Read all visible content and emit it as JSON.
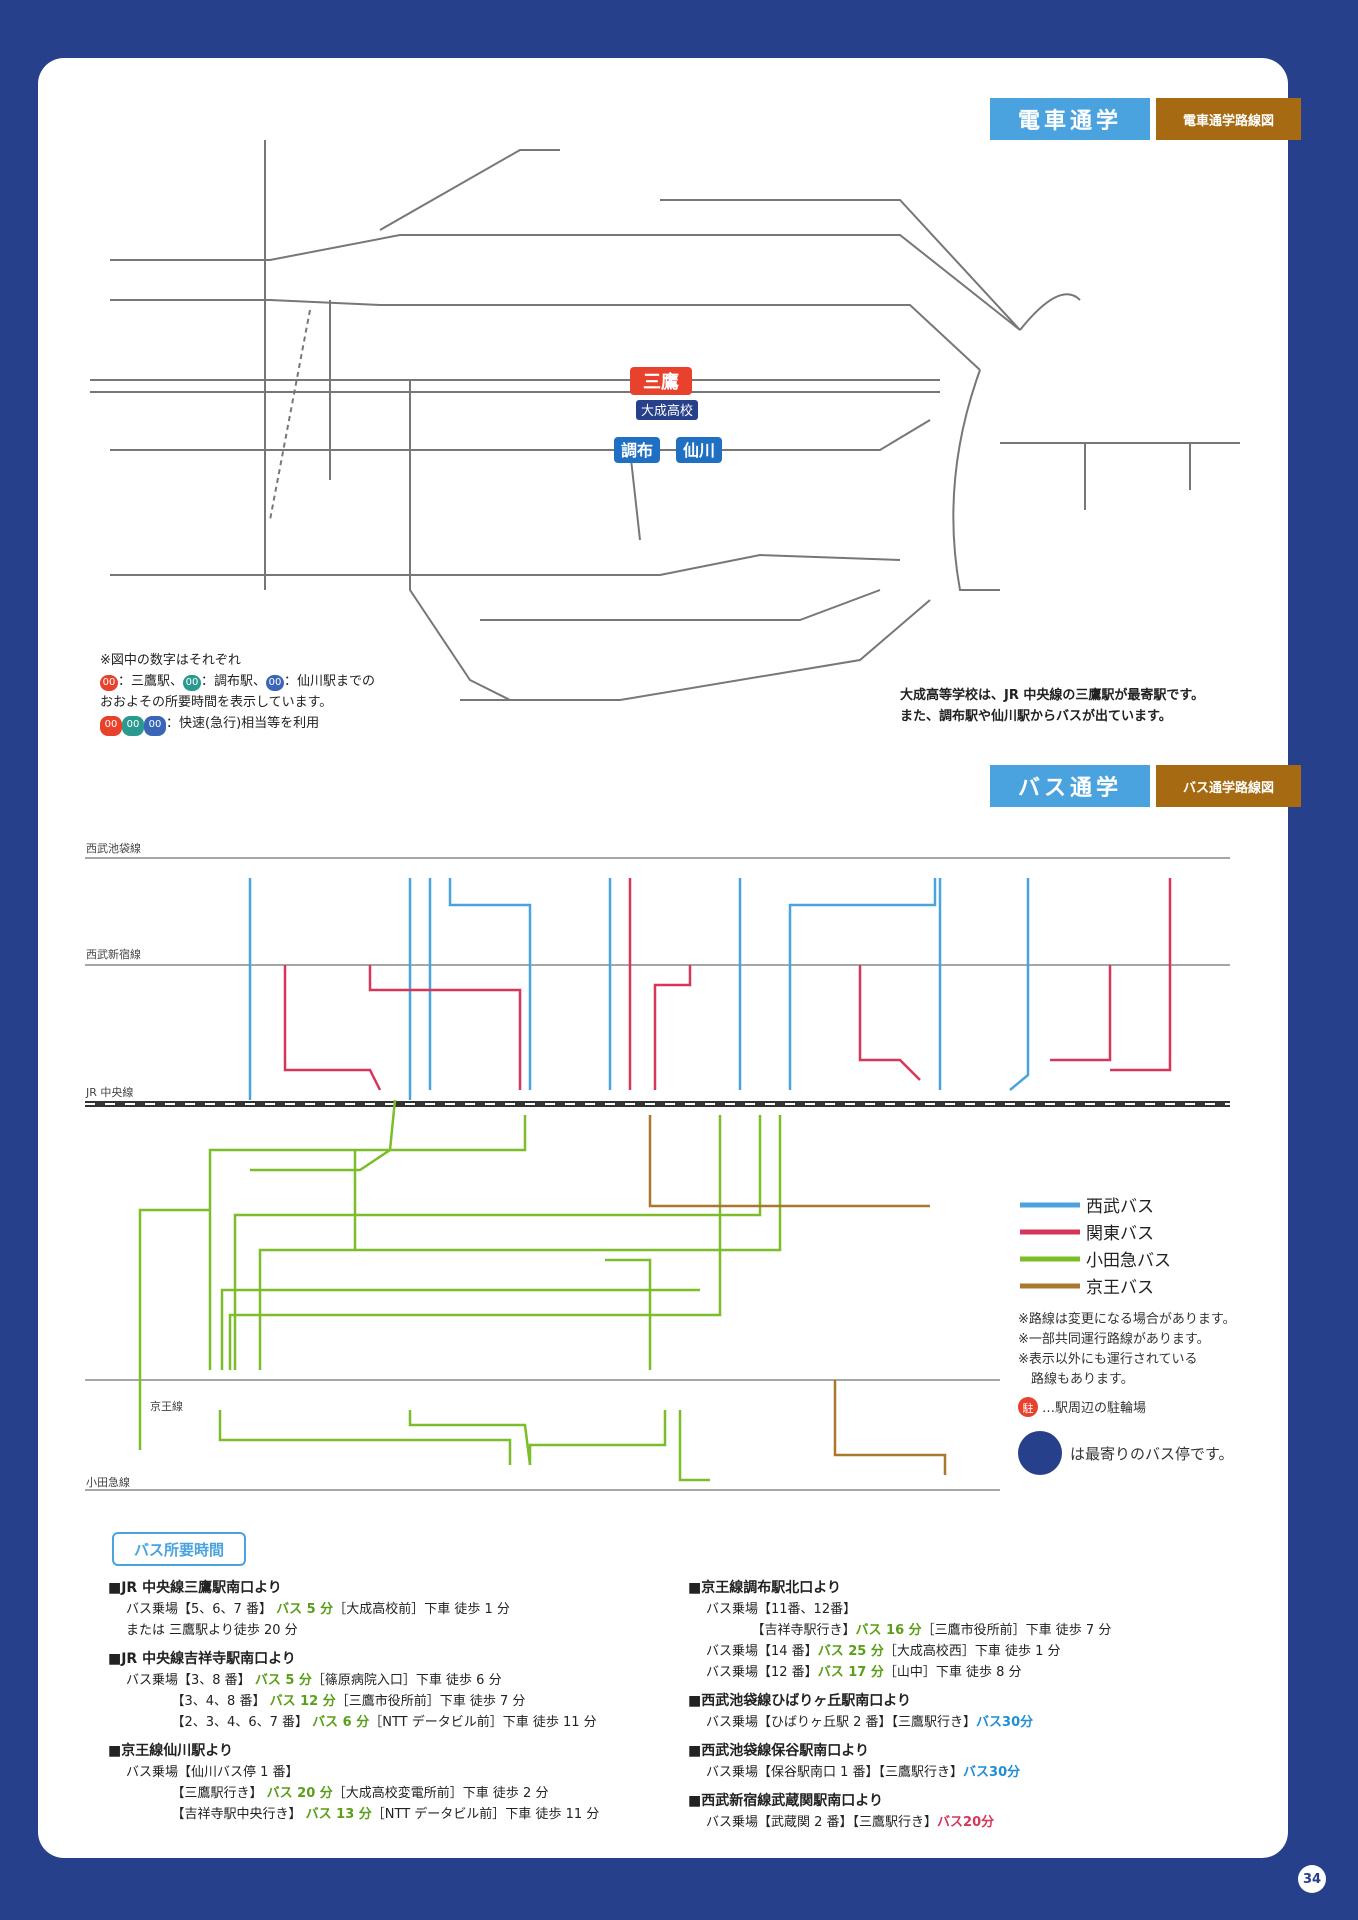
{
  "colors": {
    "page_bg": "#27408b",
    "seibu": "#4aa3df",
    "kanto": "#d6365a",
    "odakyu": "#7cbd2a",
    "keio": "#a8792c"
  },
  "train": {
    "header_main": "電車通学",
    "header_sub": "電車通学路線図",
    "note1": "※図中の数字はそれぞれ",
    "note2": "：三鷹駅、",
    "note2b": "：調布駅、",
    "note2c": "：仙川駅までの",
    "note3": "おおよその所要時間を表示しています。",
    "note4": "：快速(急行)相当等を利用",
    "note_sample": [
      "00",
      "00",
      "00"
    ],
    "school_note1": "大成高等学校は、JR 中央線の三鷹駅が最寄駅です。",
    "school_note2": "また、調布駅や仙川駅からバスが出ています。",
    "hubs": {
      "mitaka": "三鷹",
      "chofu": "調布",
      "sengawa": "仙川",
      "school": "大成高校"
    }
  },
  "bus": {
    "header_main": "バス通学",
    "header_sub": "バス通学路線図",
    "legend": [
      "西武バス",
      "関東バス",
      "小田急バス",
      "京王バス"
    ],
    "notes": [
      "※路線は変更になる場合があります。",
      "※一部共同運行路線があります。",
      "※表示以外にも運行されている",
      "　路線もあります。"
    ],
    "parking_note": "…駅周辺の駐輪場",
    "stop_note": "は最寄りのバス停です。",
    "parking": "駐"
  },
  "times": {
    "title": "バス所要時間",
    "left": [
      {
        "h": "■JR 中央線三鷹駅南口より",
        "lines": [
          [
            "バス乗場【5、6、7 番】 ",
            "バス 5 分",
            "［大成高校前］下車 徒歩 1 分"
          ],
          [
            "または 三鷹駅より徒歩 20 分",
            "",
            ""
          ]
        ]
      },
      {
        "h": "■JR 中央線吉祥寺駅南口より",
        "lines": [
          [
            "バス乗場【3、8 番】 ",
            "バス 5 分",
            "［篠原病院入口］下車 徒歩 6 分"
          ],
          [
            "　　　　【3、4、8 番】 ",
            "バス 12 分",
            "［三鷹市役所前］下車 徒歩 7 分"
          ],
          [
            "　　　　【2、3、4、6、7 番】 ",
            "バス 6 分",
            "［NTT データビル前］下車 徒歩 11 分"
          ]
        ]
      },
      {
        "h": "■京王線仙川駅より",
        "lines": [
          [
            "バス乗場【仙川バス停 1 番】",
            "",
            ""
          ],
          [
            "　　　　【三鷹駅行き】 ",
            "バス 20 分",
            "［大成高校変電所前］下車 徒歩 2 分"
          ],
          [
            "　　　　【吉祥寺駅中央行き】 ",
            "バス 13 分",
            "［NTT データビル前］下車 徒歩 11 分"
          ]
        ]
      }
    ],
    "right": [
      {
        "h": "■京王線調布駅北口より",
        "lines": [
          [
            "バス乗場【11番、12番】",
            "",
            "",
            ""
          ],
          [
            "　　　　【吉祥寺駅行き】",
            "バス 16 分",
            "［三鷹市役所前］下車 徒歩 7 分",
            "g"
          ],
          [
            "バス乗場【14 番】",
            "バス 25 分",
            "［大成高校西］下車 徒歩 1 分",
            "g"
          ],
          [
            "バス乗場【12 番】",
            "バス 17 分",
            "［山中］下車 徒歩 8 分",
            "g"
          ]
        ]
      },
      {
        "h": "■西武池袋線ひばりヶ丘駅南口より",
        "lines": [
          [
            "バス乗場【ひばりヶ丘駅 2 番】【三鷹駅行き】",
            "バス30分",
            "",
            "b"
          ]
        ]
      },
      {
        "h": "■西武池袋線保谷駅南口より",
        "lines": [
          [
            "バス乗場【保谷駅南口 1 番】【三鷹駅行き】",
            "バス30分",
            "",
            "b"
          ]
        ]
      },
      {
        "h": "■西武新宿線武蔵関駅南口より",
        "lines": [
          [
            "バス乗場【武蔵関 2 番】【三鷹駅行き】",
            "バス20分",
            "",
            "r"
          ]
        ]
      }
    ]
  },
  "page_number": "34"
}
